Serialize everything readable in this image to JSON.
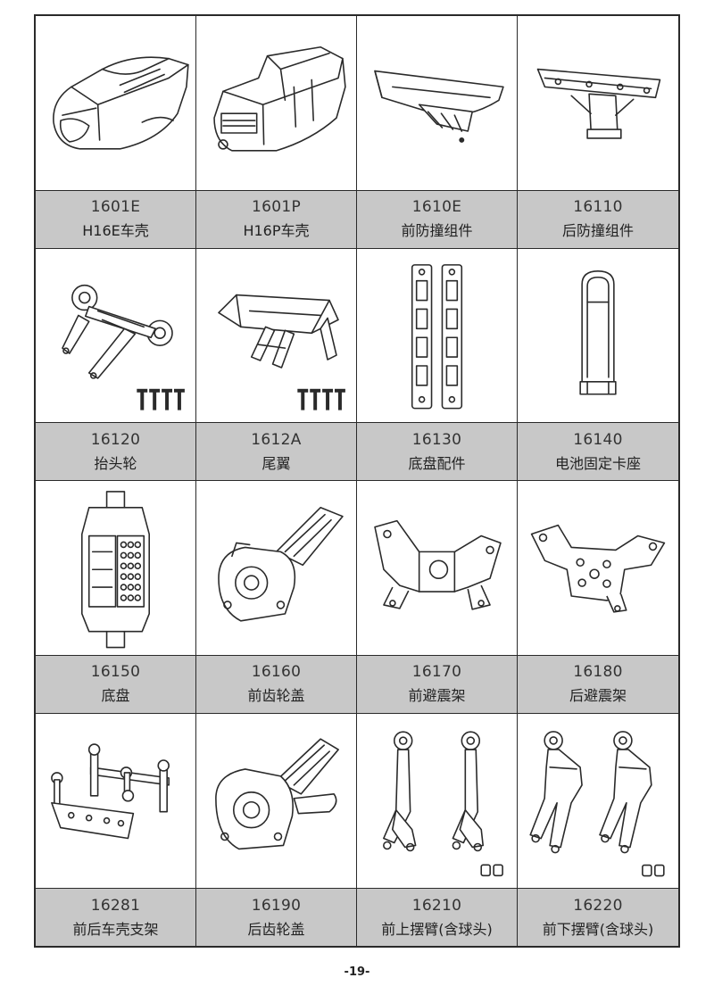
{
  "page_number": "-19-",
  "parts": [
    {
      "code": "1601E",
      "name": "H16E车壳",
      "icon": "truck-body-icon"
    },
    {
      "code": "1601P",
      "name": "H16P车壳",
      "icon": "pickup-body-icon"
    },
    {
      "code": "1610E",
      "name": "前防撞组件",
      "icon": "front-bumper-icon"
    },
    {
      "code": "16110",
      "name": "后防撞组件",
      "icon": "rear-bumper-icon"
    },
    {
      "code": "16120",
      "name": "抬头轮",
      "icon": "wheelie-bar-icon"
    },
    {
      "code": "1612A",
      "name": "尾翼",
      "icon": "rear-wing-icon"
    },
    {
      "code": "16130",
      "name": "底盘配件",
      "icon": "chassis-rails-icon"
    },
    {
      "code": "16140",
      "name": "电池固定卡座",
      "icon": "battery-holder-icon"
    },
    {
      "code": "16150",
      "name": "底盘",
      "icon": "chassis-icon"
    },
    {
      "code": "16160",
      "name": "前齿轮盖",
      "icon": "front-gear-cover-icon"
    },
    {
      "code": "16170",
      "name": "前避震架",
      "icon": "front-shock-tower-icon"
    },
    {
      "code": "16180",
      "name": "后避震架",
      "icon": "rear-shock-tower-icon"
    },
    {
      "code": "16281",
      "name": "前后车壳支架",
      "icon": "body-mount-icon"
    },
    {
      "code": "16190",
      "name": "后齿轮盖",
      "icon": "rear-gear-cover-icon"
    },
    {
      "code": "16210",
      "name": "前上摆臂(含球头)",
      "icon": "front-upper-arm-icon"
    },
    {
      "code": "16220",
      "name": "前下摆臂(含球头)",
      "icon": "front-lower-arm-icon"
    }
  ]
}
